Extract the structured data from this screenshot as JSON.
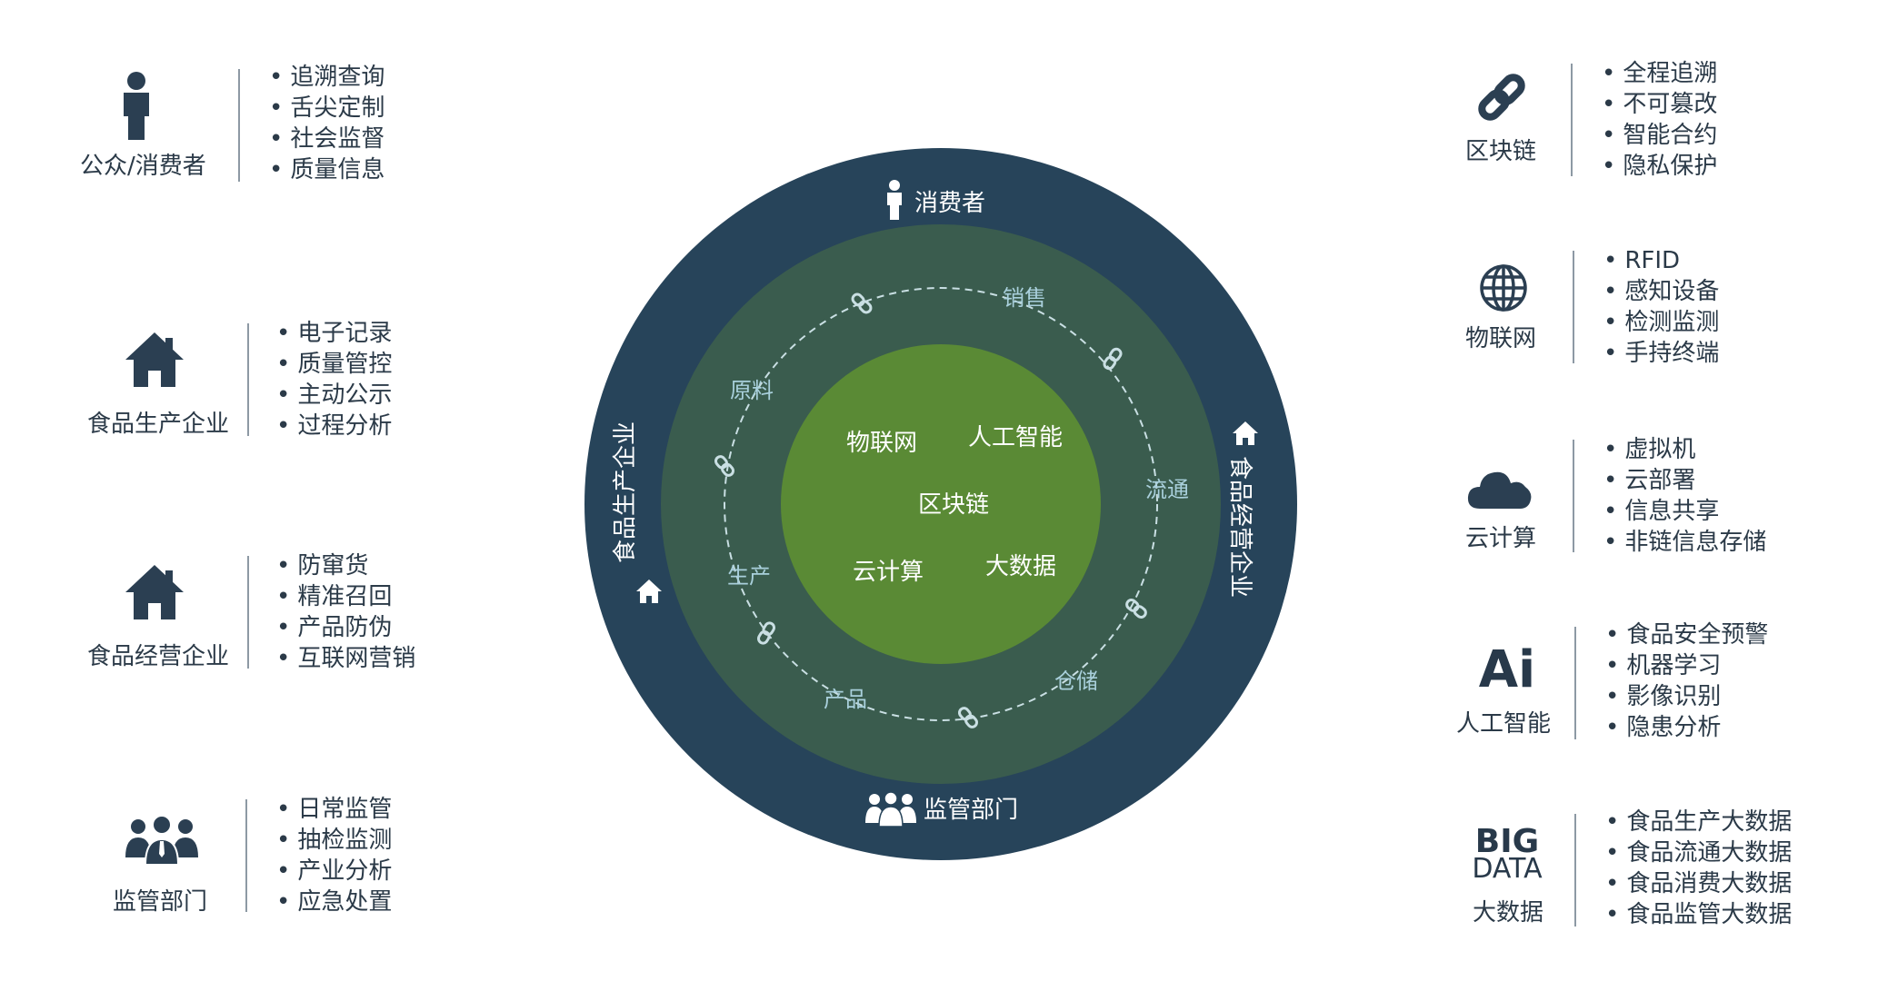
{
  "left_groups": [
    {
      "label": "公众/消费者",
      "icon": "person-icon",
      "items": [
        "追溯查询",
        "舌尖定制",
        "社会监督",
        "质量信息"
      ]
    },
    {
      "label": "食品生产企业",
      "icon": "house-icon",
      "items": [
        "电子记录",
        "质量管控",
        "主动公示",
        "过程分析"
      ]
    },
    {
      "label": "食品经营企业",
      "icon": "house-icon",
      "items": [
        "防窜货",
        "精准召回",
        "产品防伪",
        "互联网营销"
      ]
    },
    {
      "label": "监管部门",
      "icon": "group-people-icon",
      "items": [
        "日常监管",
        "抽检监测",
        "产业分析",
        "应急处置"
      ]
    }
  ],
  "right_groups": [
    {
      "label": "区块链",
      "icon": "chain-link-icon",
      "items": [
        "全程追溯",
        "不可篡改",
        "智能合约",
        "隐私保护"
      ]
    },
    {
      "label": "物联网",
      "icon": "globe-icon",
      "items": [
        "RFID",
        "感知设备",
        "检测监测",
        "手持终端"
      ]
    },
    {
      "label": "云计算",
      "icon": "cloud-icon",
      "items": [
        "虚拟机",
        "云部署",
        "信息共享",
        "非链信息存储"
      ]
    },
    {
      "label": "人工智能",
      "icon": "ai-icon",
      "icon_text": "Ai",
      "items": [
        "食品安全预警",
        "机器学习",
        "影像识别",
        "隐患分析"
      ]
    },
    {
      "label": "大数据",
      "icon": "big-data-icon",
      "icon_text": [
        "BIG",
        "DATA"
      ],
      "items": [
        "食品生产大数据",
        "食品流通大数据",
        "食品消费大数据",
        "食品监管大数据"
      ]
    }
  ],
  "diagram": {
    "outer_top": "消费者",
    "outer_bottom": "监管部门",
    "outer_left": "食品生产企业",
    "outer_right": "食品经营企业",
    "cycle": [
      "销售",
      "流通",
      "仓储",
      "产品",
      "生产",
      "原料"
    ],
    "core": [
      "物联网",
      "人工智能",
      "区块链",
      "云计算",
      "大数据"
    ]
  },
  "colors": {
    "outer_ring": "#27445a",
    "middle_ring": "#3a5c4e",
    "core": "#5a8a35",
    "cycle_text": "#a9d0dc",
    "text_dark": "#2b3a48"
  }
}
